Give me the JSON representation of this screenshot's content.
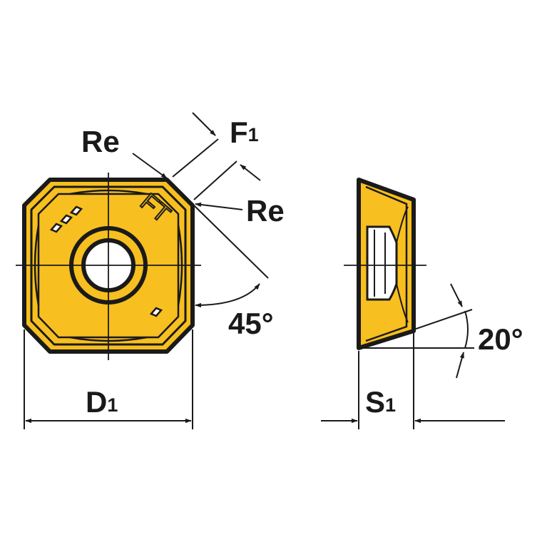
{
  "labels": {
    "re_top": "Re",
    "f1_main": "F",
    "f1_sub": "1",
    "re_right": "Re",
    "angle_45": "45°",
    "d1_main": "D",
    "d1_sub": "1",
    "s1_main": "S",
    "s1_sub": "1",
    "angle_20": "20°"
  },
  "marking": "FT",
  "colors": {
    "insert_fill": "#f7bf1f",
    "ink": "#1a1a1a",
    "background": "#ffffff"
  }
}
